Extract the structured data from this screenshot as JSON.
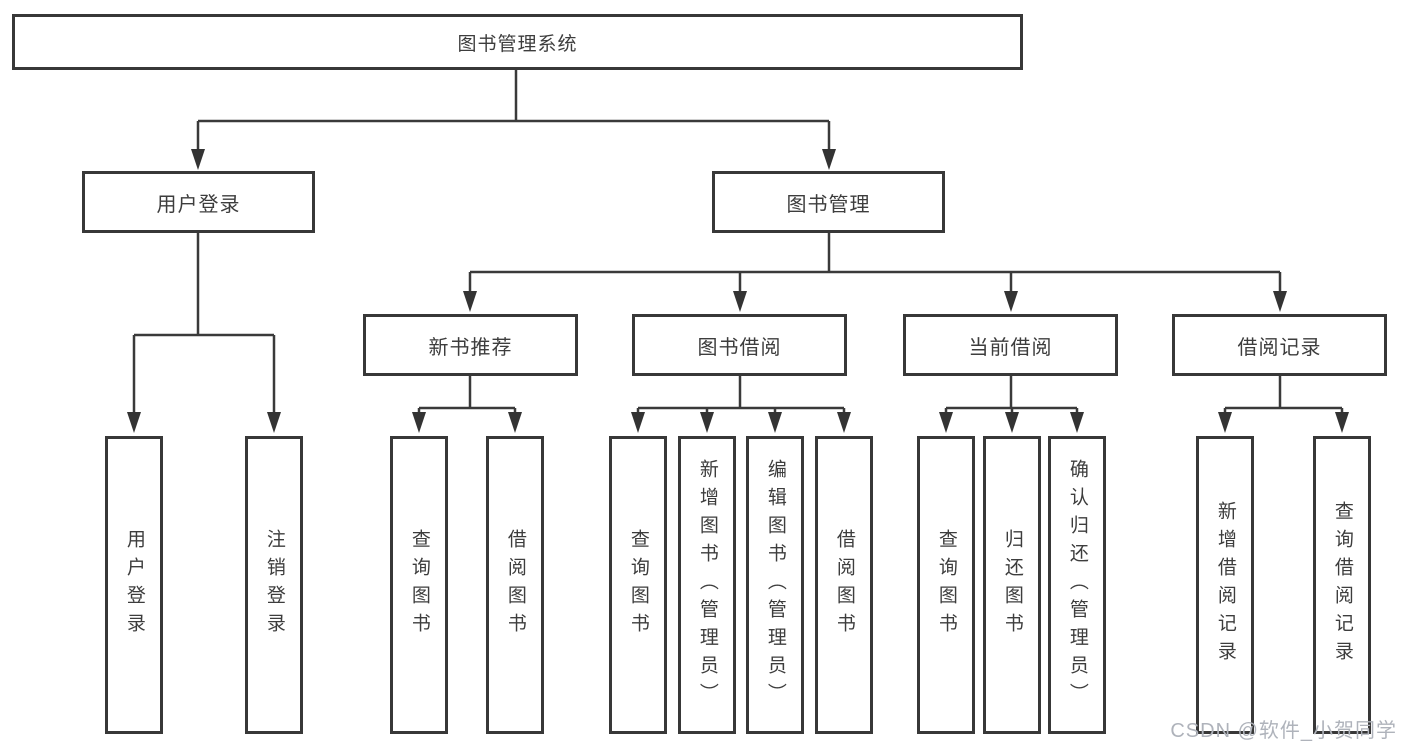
{
  "diagram": {
    "root": "图书管理系统",
    "branches": [
      {
        "label": "用户登录",
        "children": [
          "用户登录",
          "注销登录"
        ]
      },
      {
        "label": "图书管理",
        "sections": [
          {
            "label": "新书推荐",
            "children": [
              "查询图书",
              "借阅图书"
            ]
          },
          {
            "label": "图书借阅",
            "children": [
              "查询图书",
              "新增图书（管理员）",
              "编辑图书（管理员）",
              "借阅图书"
            ]
          },
          {
            "label": "当前借阅",
            "children": [
              "查询图书",
              "归还图书",
              "确认归还（管理员）"
            ]
          },
          {
            "label": "借阅记录",
            "children": [
              "新增借阅记录",
              "查询借阅记录"
            ]
          }
        ]
      }
    ]
  },
  "watermark": {
    "text": "CSDN @软件_小贺同学"
  },
  "colors": {
    "line": "#3a3a3a",
    "box_border": "#383838",
    "text": "#3d3d3d",
    "background": "#ffffff",
    "watermark_text": "#afb3bb"
  }
}
